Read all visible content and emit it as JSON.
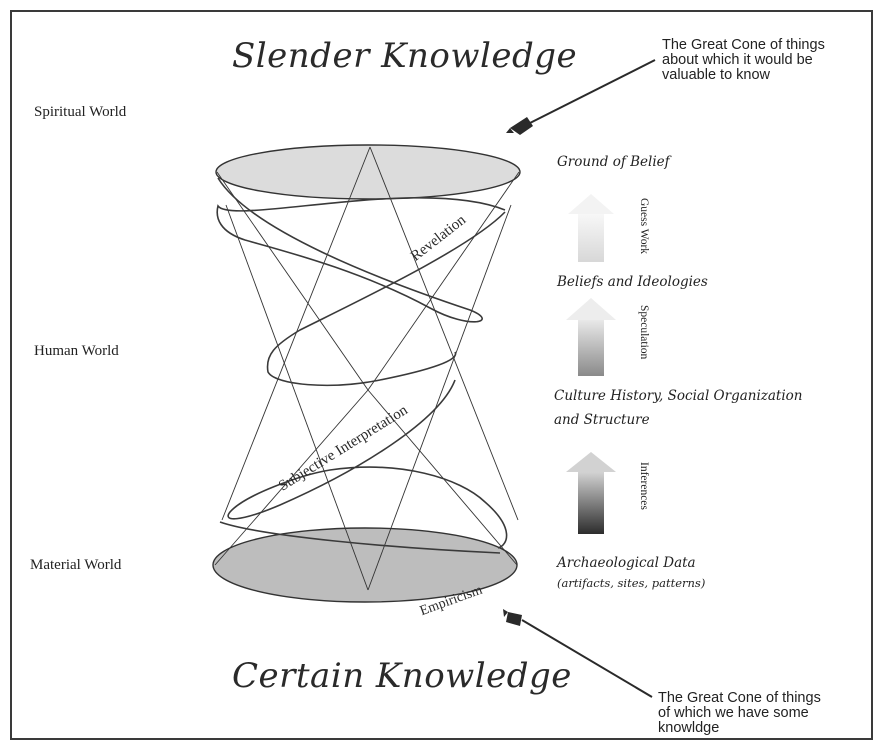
{
  "titles": {
    "top": "Slender Knowledge",
    "bottom": "Certain Knowledge"
  },
  "worlds": {
    "spiritual": "Spiritual World",
    "human": "Human World",
    "material": "Material World"
  },
  "annotations": {
    "top_note": "The Great Cone of things\nabout which it would be\nvaluable to know",
    "bottom_note": "The Great Cone of things\nof which we have some\nknowldge"
  },
  "spiral_labels": {
    "revelation": "Revelation",
    "subjective": "Subjective Interpretation",
    "empiricism": "Empiricism"
  },
  "levels": {
    "ground_of_belief": "Ground of Belief",
    "beliefs_ideologies": "Beliefs and Ideologies",
    "culture_line1": "Culture History, Social Organization",
    "culture_line2": "and Structure",
    "archaeological_data": "Archaeological Data",
    "archaeological_sub": "(artifacts, sites, patterns)"
  },
  "arrows": {
    "guess_work": "Guess Work",
    "speculation": "Speculation",
    "inferences": "Inferences"
  },
  "colors": {
    "ink": "#2a2a2a",
    "top_ellipse_fill": "#dcdcdc",
    "bottom_ellipse_fill": "#b8b8b8"
  }
}
